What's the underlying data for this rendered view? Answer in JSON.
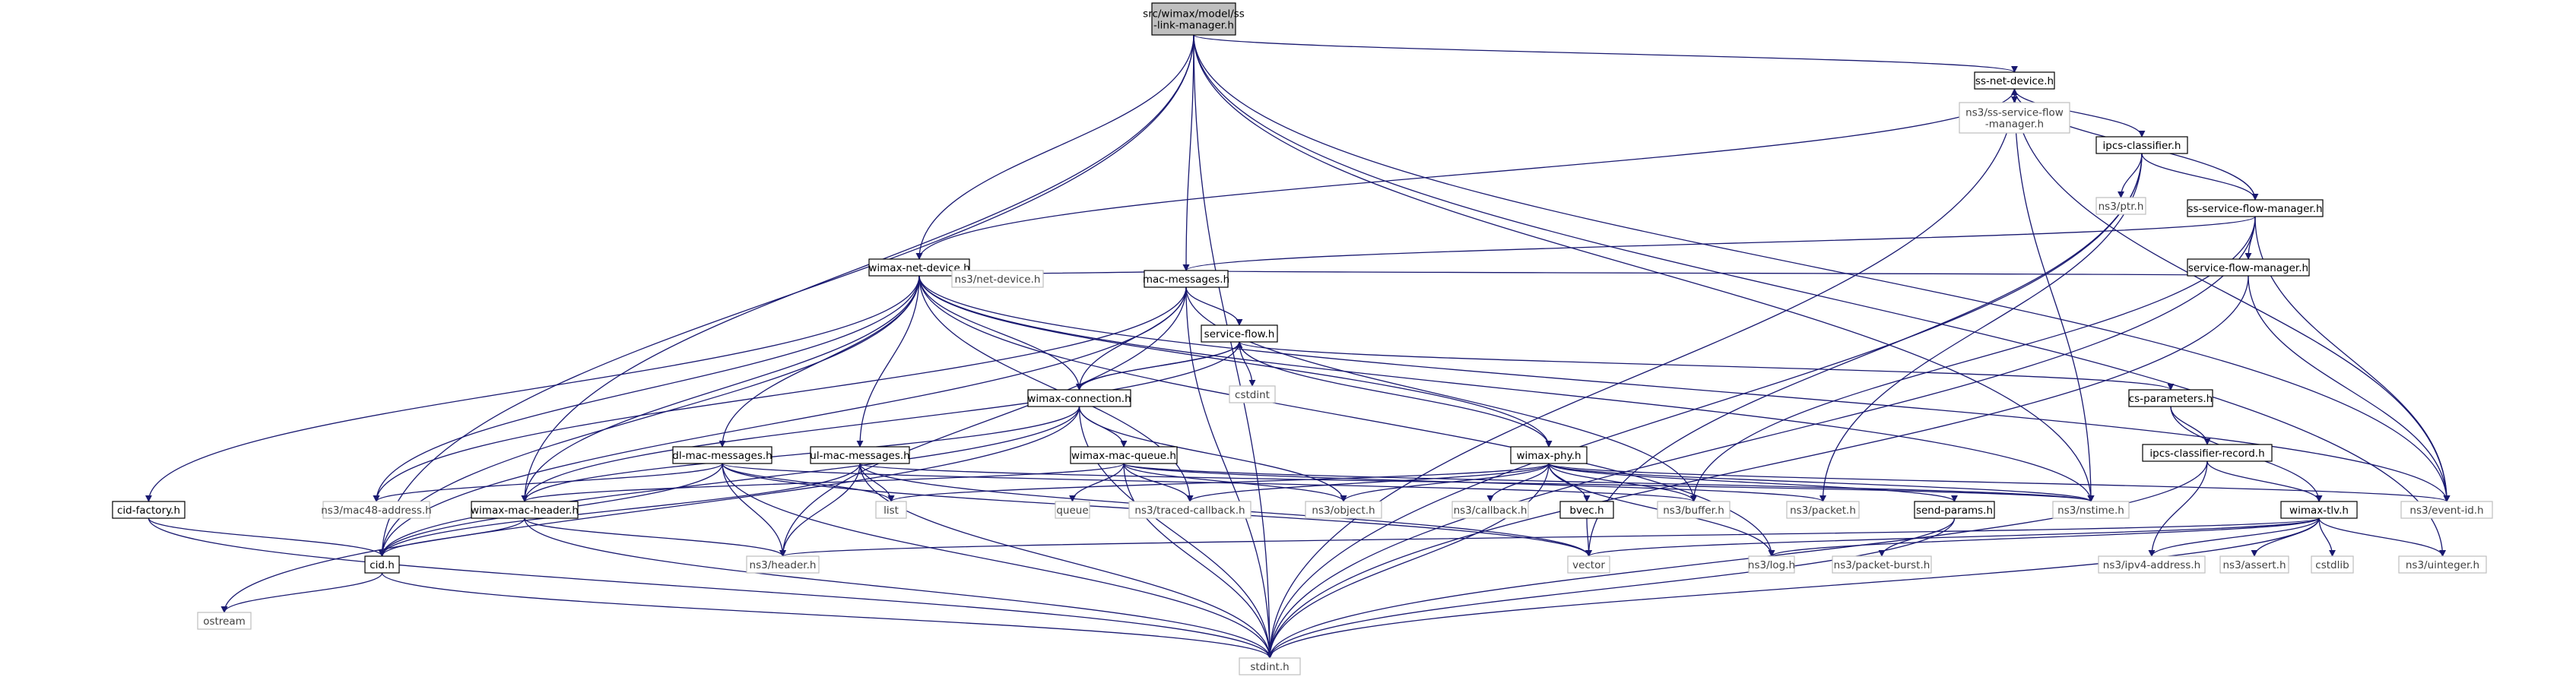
{
  "colors": {
    "edge": "#191970",
    "root_fill": "#bfbfbf",
    "root_stroke": "#000000",
    "node_fill": "#ffffff",
    "node_stroke": "#000000",
    "external_stroke": "#bfbfbf",
    "external_text": "#404040",
    "text": "#000000",
    "background": "#ffffff"
  },
  "nodes": {
    "root": {
      "lines": [
        "src/wimax/model/ss",
        "-link-manager.h"
      ],
      "kind": "root"
    },
    "ss_net_device": {
      "lines": [
        "ss-net-device.h"
      ],
      "kind": "file"
    },
    "ss_service_flow_manager_ext": {
      "lines": [
        "ns3/ss-service-flow",
        "-manager.h"
      ],
      "kind": "external"
    },
    "ipcs_classifier": {
      "lines": [
        "ipcs-classifier.h"
      ],
      "kind": "file"
    },
    "ptr": {
      "lines": [
        "ns3/ptr.h"
      ],
      "kind": "external"
    },
    "ss_service_flow_manager": {
      "lines": [
        "ss-service-flow-manager.h"
      ],
      "kind": "file"
    },
    "wimax_net_device": {
      "lines": [
        "wimax-net-device.h"
      ],
      "kind": "file"
    },
    "service_flow_manager": {
      "lines": [
        "service-flow-manager.h"
      ],
      "kind": "file"
    },
    "net_device": {
      "lines": [
        "ns3/net-device.h"
      ],
      "kind": "external"
    },
    "mac_messages": {
      "lines": [
        "mac-messages.h"
      ],
      "kind": "file"
    },
    "service_flow": {
      "lines": [
        "service-flow.h"
      ],
      "kind": "file"
    },
    "cstdint": {
      "lines": [
        "cstdint"
      ],
      "kind": "external"
    },
    "wimax_connection": {
      "lines": [
        "wimax-connection.h"
      ],
      "kind": "file"
    },
    "cs_parameters": {
      "lines": [
        "cs-parameters.h"
      ],
      "kind": "file"
    },
    "ipcs_classifier_record": {
      "lines": [
        "ipcs-classifier-record.h"
      ],
      "kind": "file"
    },
    "dl_mac_messages": {
      "lines": [
        "dl-mac-messages.h"
      ],
      "kind": "file"
    },
    "ul_mac_messages": {
      "lines": [
        "ul-mac-messages.h"
      ],
      "kind": "file"
    },
    "wimax_mac_queue": {
      "lines": [
        "wimax-mac-queue.h"
      ],
      "kind": "file"
    },
    "wimax_phy": {
      "lines": [
        "wimax-phy.h"
      ],
      "kind": "file"
    },
    "cid_factory": {
      "lines": [
        "cid-factory.h"
      ],
      "kind": "file"
    },
    "mac48_address": {
      "lines": [
        "ns3/mac48-address.h"
      ],
      "kind": "external"
    },
    "wimax_mac_header": {
      "lines": [
        "wimax-mac-header.h"
      ],
      "kind": "file"
    },
    "list": {
      "lines": [
        "list"
      ],
      "kind": "external"
    },
    "queue": {
      "lines": [
        "queue"
      ],
      "kind": "external"
    },
    "traced_callback": {
      "lines": [
        "ns3/traced-callback.h"
      ],
      "kind": "external"
    },
    "object": {
      "lines": [
        "ns3/object.h"
      ],
      "kind": "external"
    },
    "callback": {
      "lines": [
        "ns3/callback.h"
      ],
      "kind": "external"
    },
    "bvec": {
      "lines": [
        "bvec.h"
      ],
      "kind": "file"
    },
    "buffer": {
      "lines": [
        "ns3/buffer.h"
      ],
      "kind": "external"
    },
    "packet": {
      "lines": [
        "ns3/packet.h"
      ],
      "kind": "external"
    },
    "send_params": {
      "lines": [
        "send-params.h"
      ],
      "kind": "file"
    },
    "nstime": {
      "lines": [
        "ns3/nstime.h"
      ],
      "kind": "external"
    },
    "wimax_tlv": {
      "lines": [
        "wimax-tlv.h"
      ],
      "kind": "file"
    },
    "event_id": {
      "lines": [
        "ns3/event-id.h"
      ],
      "kind": "external"
    },
    "cid": {
      "lines": [
        "cid.h"
      ],
      "kind": "file"
    },
    "header": {
      "lines": [
        "ns3/header.h"
      ],
      "kind": "external"
    },
    "vector": {
      "lines": [
        "vector"
      ],
      "kind": "external"
    },
    "log": {
      "lines": [
        "ns3/log.h"
      ],
      "kind": "external"
    },
    "packet_burst": {
      "lines": [
        "ns3/packet-burst.h"
      ],
      "kind": "external"
    },
    "ipv4_address": {
      "lines": [
        "ns3/ipv4-address.h"
      ],
      "kind": "external"
    },
    "assert": {
      "lines": [
        "ns3/assert.h"
      ],
      "kind": "external"
    },
    "cstdlib": {
      "lines": [
        "cstdlib"
      ],
      "kind": "external"
    },
    "uinteger": {
      "lines": [
        "ns3/uinteger.h"
      ],
      "kind": "external"
    },
    "ostream": {
      "lines": [
        "ostream"
      ],
      "kind": "external"
    },
    "stdint": {
      "lines": [
        "stdint.h"
      ],
      "kind": "external"
    }
  },
  "edges": [
    [
      "root",
      "ss_net_device"
    ],
    [
      "root",
      "wimax_net_device"
    ],
    [
      "root",
      "mac_messages"
    ],
    [
      "root",
      "wimax_mac_header"
    ],
    [
      "root",
      "cid"
    ],
    [
      "root",
      "stdint"
    ],
    [
      "root",
      "nstime"
    ],
    [
      "root",
      "event_id"
    ],
    [
      "root",
      "uinteger"
    ],
    [
      "ss_net_device",
      "ss_service_flow_manager_ext"
    ],
    [
      "ss_net_device",
      "ipcs_classifier"
    ],
    [
      "ss_net_device",
      "wimax_net_device"
    ],
    [
      "ss_net_device",
      "nstime"
    ],
    [
      "ss_net_device",
      "event_id"
    ],
    [
      "ss_net_device",
      "stdint"
    ],
    [
      "ipcs_classifier",
      "ptr"
    ],
    [
      "ipcs_classifier",
      "ss_service_flow_manager"
    ],
    [
      "ipcs_classifier",
      "vector"
    ],
    [
      "ipcs_classifier",
      "packet"
    ],
    [
      "ipcs_classifier",
      "stdint"
    ],
    [
      "ss_service_flow_manager",
      "ss_net_device"
    ],
    [
      "ss_service_flow_manager",
      "service_flow_manager"
    ],
    [
      "ss_service_flow_manager",
      "mac_messages"
    ],
    [
      "ss_service_flow_manager",
      "buffer"
    ],
    [
      "ss_service_flow_manager",
      "event_id"
    ],
    [
      "ss_service_flow_manager",
      "stdint"
    ],
    [
      "service_flow_manager",
      "mac_messages"
    ],
    [
      "service_flow_manager",
      "event_id"
    ],
    [
      "service_flow_manager",
      "stdint"
    ],
    [
      "wimax_net_device",
      "net_device"
    ],
    [
      "wimax_net_device",
      "mac_messages"
    ],
    [
      "wimax_net_device",
      "wimax_connection"
    ],
    [
      "wimax_net_device",
      "dl_mac_messages"
    ],
    [
      "wimax_net_device",
      "ul_mac_messages"
    ],
    [
      "wimax_net_device",
      "wimax_phy"
    ],
    [
      "wimax_net_device",
      "cid_factory"
    ],
    [
      "wimax_net_device",
      "mac48_address"
    ],
    [
      "wimax_net_device",
      "wimax_mac_header"
    ],
    [
      "wimax_net_device",
      "traced_callback"
    ],
    [
      "wimax_net_device",
      "nstime"
    ],
    [
      "wimax_net_device",
      "event_id"
    ],
    [
      "wimax_net_device",
      "log"
    ],
    [
      "wimax_net_device",
      "cid"
    ],
    [
      "mac_messages",
      "service_flow"
    ],
    [
      "mac_messages",
      "wimax_connection"
    ],
    [
      "mac_messages",
      "buffer"
    ],
    [
      "mac_messages",
      "mac48_address"
    ],
    [
      "mac_messages",
      "header"
    ],
    [
      "mac_messages",
      "cid"
    ],
    [
      "mac_messages",
      "stdint"
    ],
    [
      "service_flow",
      "wimax_connection"
    ],
    [
      "service_flow",
      "cstdint"
    ],
    [
      "service_flow",
      "cs_parameters"
    ],
    [
      "service_flow",
      "wimax_phy"
    ],
    [
      "service_flow",
      "wimax_mac_header"
    ],
    [
      "wimax_connection",
      "service_flow"
    ],
    [
      "wimax_connection",
      "wimax_mac_queue"
    ],
    [
      "wimax_connection",
      "object"
    ],
    [
      "wimax_connection",
      "cid"
    ],
    [
      "wimax_connection",
      "ostream"
    ],
    [
      "wimax_connection",
      "stdint"
    ],
    [
      "wimax_connection",
      "wimax_mac_header"
    ],
    [
      "cs_parameters",
      "ipcs_classifier_record"
    ],
    [
      "cs_parameters",
      "wimax_tlv"
    ],
    [
      "ipcs_classifier_record",
      "wimax_tlv"
    ],
    [
      "ipcs_classifier_record",
      "ipv4_address"
    ],
    [
      "ipcs_classifier_record",
      "stdint"
    ],
    [
      "dl_mac_messages",
      "mac48_address"
    ],
    [
      "dl_mac_messages",
      "list"
    ],
    [
      "dl_mac_messages",
      "buffer"
    ],
    [
      "dl_mac_messages",
      "cid"
    ],
    [
      "dl_mac_messages",
      "header"
    ],
    [
      "dl_mac_messages",
      "vector"
    ],
    [
      "dl_mac_messages",
      "stdint"
    ],
    [
      "ul_mac_messages",
      "list"
    ],
    [
      "ul_mac_messages",
      "header"
    ],
    [
      "ul_mac_messages",
      "cid"
    ],
    [
      "ul_mac_messages",
      "nstime"
    ],
    [
      "ul_mac_messages",
      "vector"
    ],
    [
      "ul_mac_messages",
      "stdint"
    ],
    [
      "wimax_mac_queue",
      "wimax_mac_header"
    ],
    [
      "wimax_mac_queue",
      "queue"
    ],
    [
      "wimax_mac_queue",
      "traced_callback"
    ],
    [
      "wimax_mac_queue",
      "object"
    ],
    [
      "wimax_mac_queue",
      "packet"
    ],
    [
      "wimax_mac_queue",
      "nstime"
    ],
    [
      "wimax_mac_queue",
      "stdint"
    ],
    [
      "wimax_phy",
      "list"
    ],
    [
      "wimax_phy",
      "traced_callback"
    ],
    [
      "wimax_phy",
      "object"
    ],
    [
      "wimax_phy",
      "callback"
    ],
    [
      "wimax_phy",
      "bvec"
    ],
    [
      "wimax_phy",
      "buffer"
    ],
    [
      "wimax_phy",
      "send_params"
    ],
    [
      "wimax_phy",
      "nstime"
    ],
    [
      "wimax_phy",
      "log"
    ],
    [
      "wimax_phy",
      "event_id"
    ],
    [
      "wimax_phy",
      "stdint"
    ],
    [
      "cid_factory",
      "cid"
    ],
    [
      "cid_factory",
      "stdint"
    ],
    [
      "wimax_mac_header",
      "cid"
    ],
    [
      "wimax_mac_header",
      "header"
    ],
    [
      "wimax_mac_header",
      "stdint"
    ],
    [
      "cid",
      "ostream"
    ],
    [
      "cid",
      "stdint"
    ],
    [
      "bvec",
      "vector"
    ],
    [
      "send_params",
      "packet_burst"
    ],
    [
      "send_params",
      "stdint"
    ],
    [
      "wimax_tlv",
      "header"
    ],
    [
      "wimax_tlv",
      "vector"
    ],
    [
      "wimax_tlv",
      "log"
    ],
    [
      "wimax_tlv",
      "ipv4_address"
    ],
    [
      "wimax_tlv",
      "assert"
    ],
    [
      "wimax_tlv",
      "cstdlib"
    ],
    [
      "wimax_tlv",
      "uinteger"
    ],
    [
      "wimax_tlv",
      "stdint"
    ]
  ]
}
